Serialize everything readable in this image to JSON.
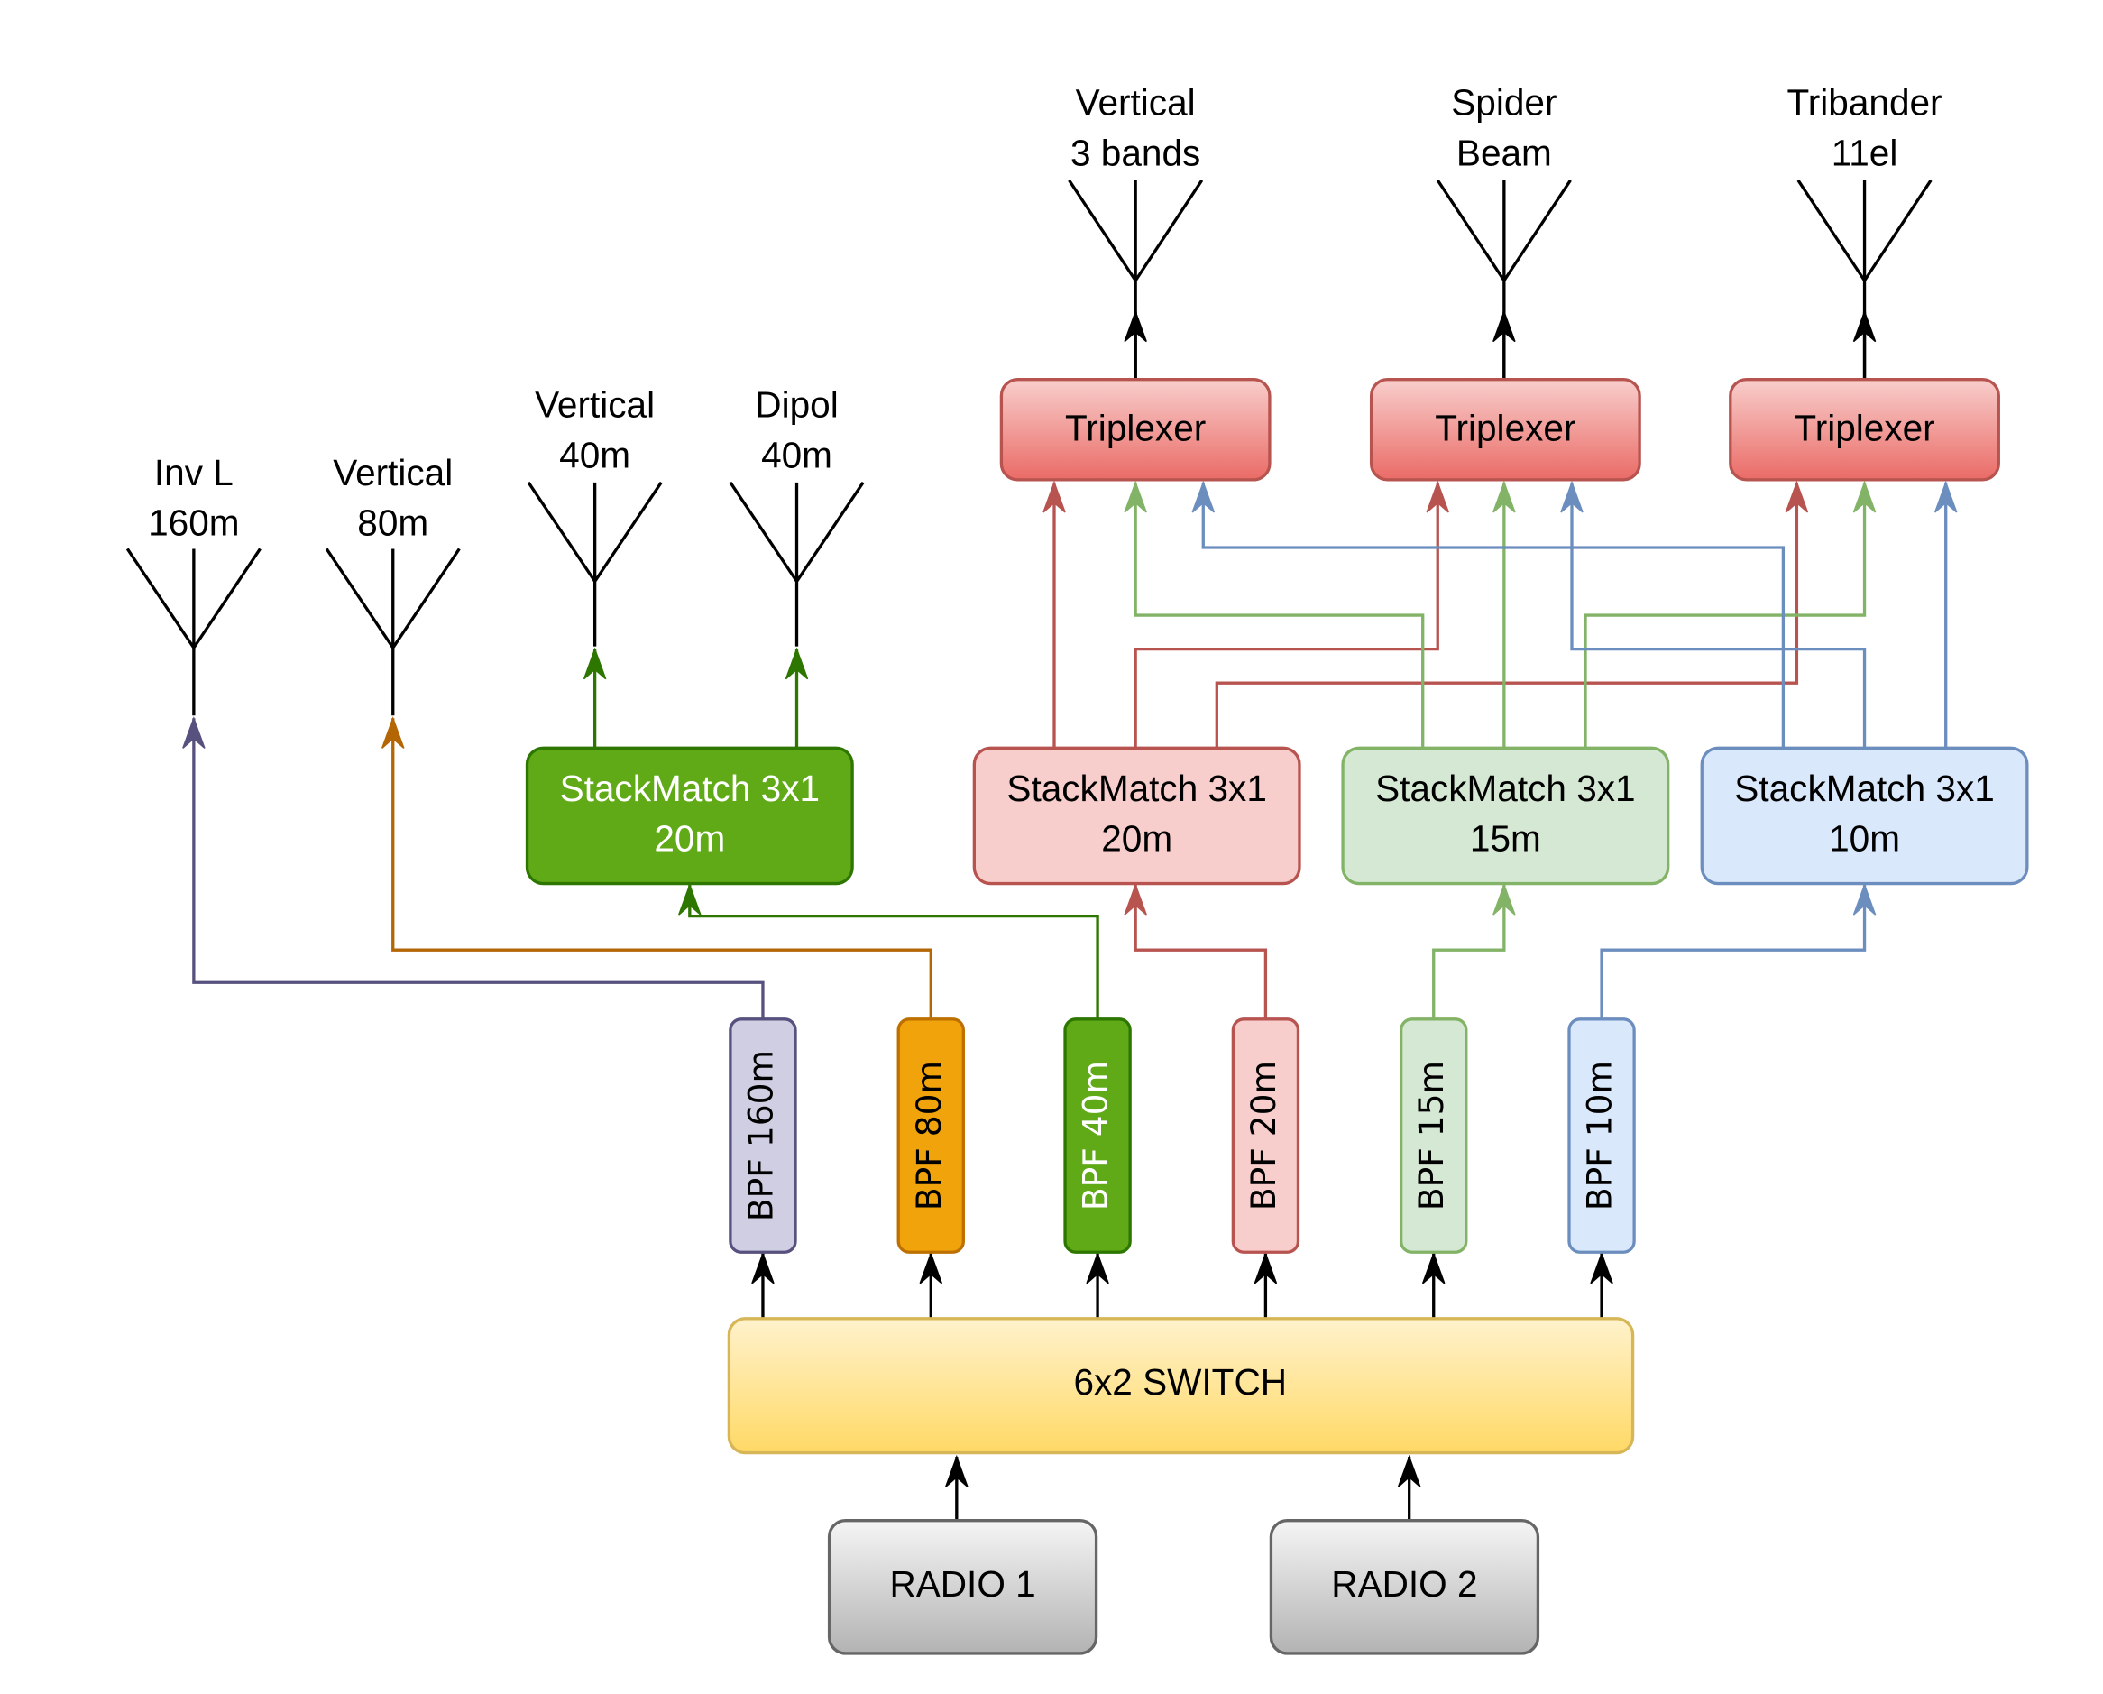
{
  "title": "Antenna switching system block diagram",
  "colors": {
    "radio_fill_top": "#f5f5f5",
    "radio_fill_bottom": "#b3b3b3",
    "radio_stroke": "#666666",
    "switch_fill_top": "#fff2cc",
    "switch_fill_bottom": "#ffd966",
    "switch_stroke": "#d6b656",
    "triplexer_fill_top": "#f8cecc",
    "triplexer_fill_bottom": "#ea6b66",
    "triplexer_stroke": "#b85450",
    "purple": "#56517e",
    "orange": "#b46504",
    "darkgreen": "#2d7600",
    "red": "#b85450",
    "green": "#82b366",
    "blue": "#6c8ebf",
    "black": "#000000"
  },
  "radios": [
    {
      "id": "radio1",
      "label": "RADIO 1"
    },
    {
      "id": "radio2",
      "label": "RADIO 2"
    }
  ],
  "switch": {
    "label": "6x2 SWITCH"
  },
  "bpfs": [
    {
      "id": "bpf160",
      "label": "BPF 160m",
      "fill": "#d0cee2",
      "stroke": "#56517e",
      "text": "#000000"
    },
    {
      "id": "bpf80",
      "label": "BPF 80m",
      "fill": "#f0a30a",
      "stroke": "#bd7000",
      "text": "#000000"
    },
    {
      "id": "bpf40",
      "label": "BPF 40m",
      "fill": "#60a917",
      "stroke": "#2d7600",
      "text": "#ffffff"
    },
    {
      "id": "bpf20",
      "label": "BPF 20m",
      "fill": "#f8cecc",
      "stroke": "#b85450",
      "text": "#000000"
    },
    {
      "id": "bpf15",
      "label": "BPF 15m",
      "fill": "#d5e8d4",
      "stroke": "#82b366",
      "text": "#000000"
    },
    {
      "id": "bpf10",
      "label": "BPF 10m",
      "fill": "#dae8fc",
      "stroke": "#6c8ebf",
      "text": "#000000"
    }
  ],
  "stackmatches": [
    {
      "id": "sm40",
      "line1": "StackMatch 3x1",
      "line2": "20m",
      "fill": "#60a917",
      "stroke": "#2d7600",
      "text": "#ffffff"
    },
    {
      "id": "sm20",
      "line1": "StackMatch 3x1",
      "line2": "20m",
      "fill": "#f8cecc",
      "stroke": "#b85450",
      "text": "#000000"
    },
    {
      "id": "sm15",
      "line1": "StackMatch 3x1",
      "line2": "15m",
      "fill": "#d5e8d4",
      "stroke": "#82b366",
      "text": "#000000"
    },
    {
      "id": "sm10",
      "line1": "StackMatch 3x1",
      "line2": "10m",
      "fill": "#dae8fc",
      "stroke": "#6c8ebf",
      "text": "#000000"
    }
  ],
  "triplexers": [
    {
      "id": "tri1",
      "label": "Triplexer"
    },
    {
      "id": "tri2",
      "label": "Triplexer"
    },
    {
      "id": "tri3",
      "label": "Triplexer"
    }
  ],
  "antennas": [
    {
      "id": "invl",
      "line1": "Inv L",
      "line2": "160m"
    },
    {
      "id": "vert80",
      "line1": "Vertical",
      "line2": "80m"
    },
    {
      "id": "vert40",
      "line1": "Vertical",
      "line2": "40m"
    },
    {
      "id": "dipol40",
      "line1": "Dipol",
      "line2": "40m"
    },
    {
      "id": "vert3b",
      "line1": "Vertical",
      "line2": "3 bands"
    },
    {
      "id": "spider",
      "line1": "Spider",
      "line2": "Beam"
    },
    {
      "id": "triband",
      "line1": "Tribander",
      "line2": "11el"
    }
  ],
  "connections": [
    {
      "from": "radio1",
      "to": "switch",
      "color": "black"
    },
    {
      "from": "radio2",
      "to": "switch",
      "color": "black"
    },
    {
      "from": "switch",
      "to": "bpf160",
      "color": "black"
    },
    {
      "from": "switch",
      "to": "bpf80",
      "color": "black"
    },
    {
      "from": "switch",
      "to": "bpf40",
      "color": "black"
    },
    {
      "from": "switch",
      "to": "bpf20",
      "color": "black"
    },
    {
      "from": "switch",
      "to": "bpf15",
      "color": "black"
    },
    {
      "from": "switch",
      "to": "bpf10",
      "color": "black"
    },
    {
      "from": "bpf160",
      "to": "invl",
      "color": "purple"
    },
    {
      "from": "bpf80",
      "to": "vert80",
      "color": "orange"
    },
    {
      "from": "bpf40",
      "to": "sm40",
      "color": "darkgreen"
    },
    {
      "from": "bpf20",
      "to": "sm20",
      "color": "red"
    },
    {
      "from": "bpf15",
      "to": "sm15",
      "color": "green"
    },
    {
      "from": "bpf10",
      "to": "sm10",
      "color": "blue"
    },
    {
      "from": "sm40",
      "to": "vert40",
      "color": "darkgreen"
    },
    {
      "from": "sm40",
      "to": "dipol40",
      "color": "darkgreen"
    },
    {
      "from": "sm20",
      "to": "tri1",
      "color": "red"
    },
    {
      "from": "sm20",
      "to": "tri2",
      "color": "red"
    },
    {
      "from": "sm20",
      "to": "tri3",
      "color": "red"
    },
    {
      "from": "sm15",
      "to": "tri1",
      "color": "green"
    },
    {
      "from": "sm15",
      "to": "tri2",
      "color": "green"
    },
    {
      "from": "sm15",
      "to": "tri3",
      "color": "green"
    },
    {
      "from": "sm10",
      "to": "tri1",
      "color": "blue"
    },
    {
      "from": "sm10",
      "to": "tri2",
      "color": "blue"
    },
    {
      "from": "sm10",
      "to": "tri3",
      "color": "blue"
    },
    {
      "from": "tri1",
      "to": "vert3b",
      "color": "black"
    },
    {
      "from": "tri2",
      "to": "spider",
      "color": "black"
    },
    {
      "from": "tri3",
      "to": "triband",
      "color": "black"
    }
  ]
}
